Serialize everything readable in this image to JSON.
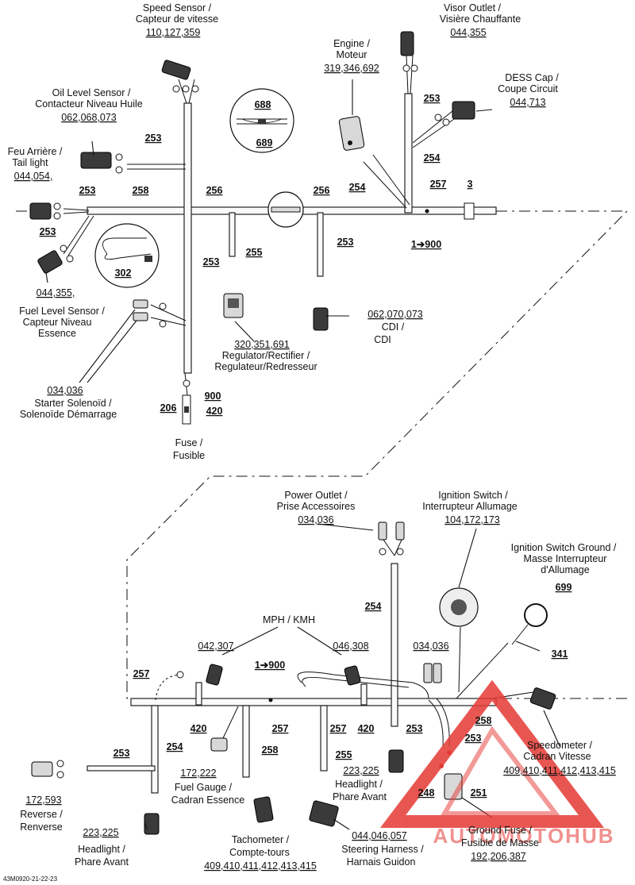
{
  "watermark": {
    "text": "AUTOMOTOHUB",
    "color": "#e53935"
  },
  "footer": {
    "code": "43M0920-21-22-23"
  },
  "top": {
    "speed_sensor": {
      "name": "Speed Sensor /",
      "name_fr": "Capteur de vitesse",
      "pages": "110,127,359"
    },
    "visor_outlet": {
      "name": "Visor Outlet /",
      "name_fr": "Visière Chauffante",
      "pages": "044,355"
    },
    "engine": {
      "name": "Engine /",
      "name_fr": "Moteur",
      "pages": "319,346,692"
    },
    "dess_cap": {
      "name": "DESS Cap /",
      "name_fr": "Coupe Circuit",
      "pages": "044,713"
    },
    "oil_level": {
      "name": "Oil Level Sensor /",
      "name_fr": "Contacteur Niveau Huile",
      "pages": "062,068,073"
    },
    "tail_light": {
      "name": "Feu Arrière /",
      "name_fr": "Tail light",
      "pages": "044,054,"
    },
    "fuel_level": {
      "pages": "044,355,",
      "name": "Fuel Level Sensor /",
      "name_fr": "Capteur Niveau",
      "name_fr2": "Essence"
    },
    "regulator": {
      "pages": "320,351,691",
      "name": "Regulator/Rectifier /",
      "name_fr": "Regulateur/Redresseur"
    },
    "cdi": {
      "pages": "062,070,073",
      "name": "CDI /",
      "name_fr": "CDI"
    },
    "starter": {
      "pages": "034,036",
      "name": "Starter Solenoïd /",
      "name_fr": "Solenoïde Démarrage"
    },
    "fuse": {
      "name": "Fuse /",
      "name_fr": "Fusible"
    },
    "detail": {
      "a": "688",
      "b": "689",
      "c": "302"
    },
    "refs": {
      "r253a": "253",
      "r253b": "253",
      "r253c": "253",
      "r253d": "253",
      "r253e": "253",
      "r253f": "253",
      "r258": "258",
      "r256a": "256",
      "r256b": "256",
      "r254a": "254",
      "r254b": "254",
      "r257": "257",
      "r3": "3",
      "r255": "255",
      "r1900": "1➔900",
      "r206": "206",
      "r900": "900",
      "r420": "420"
    }
  },
  "bottom": {
    "power_outlet": {
      "name": "Power Outlet /",
      "name_fr": "Prise Accessoires",
      "pages": "034,036"
    },
    "ign_switch": {
      "name": "Ignition Switch /",
      "name_fr": "Interrupteur Allumage",
      "pages": "104,172,173"
    },
    "ign_ground": {
      "name": "Ignition Switch Ground /",
      "name_fr": "Masse Interrupteur",
      "name_fr2": "d'Allumage",
      "pages": "699"
    },
    "mph": {
      "name": "MPH / KMH",
      "left": "042,307",
      "right": "046,308"
    },
    "outlet_small": {
      "pages": "034,036"
    },
    "speedometer": {
      "name": "Speedometer /",
      "name_fr": "Cadran Vitesse",
      "pages": "409,410,411,412,413,415"
    },
    "reverse": {
      "pages": "172,593",
      "name": "Reverse /",
      "name_fr": "Renverse"
    },
    "fuel_gauge": {
      "pages": "172,222",
      "name": "Fuel Gauge /",
      "name_fr": "Cadran Essence"
    },
    "headlight_r": {
      "pages": "223,225",
      "name": "Headlight /",
      "name_fr": "Phare Avant"
    },
    "headlight_l": {
      "pages": "223,225",
      "name": "Headlight /",
      "name_fr": "Phare Avant"
    },
    "tachometer": {
      "name": "Tachometer /",
      "name_fr": "Compte-tours",
      "pages": "409,410,411,412,413,415"
    },
    "steering": {
      "pages": "044,046,057",
      "name": "Steering Harness /",
      "name_fr": "Harnais Guidon"
    },
    "ground_fuse": {
      "name": "Ground Fuse /",
      "name_fr": "Fusible de Masse",
      "pages": "192,206,387"
    },
    "refs": {
      "r254a": "254",
      "r254b": "254",
      "r257a": "257",
      "r257b": "257",
      "r257c": "257",
      "r1900": "1➔900",
      "r341": "341",
      "r420a": "420",
      "r420b": "420",
      "r253a": "253",
      "r253b": "253",
      "r253c": "253",
      "r258a": "258",
      "r258b": "258",
      "r255": "255",
      "r248": "248",
      "r251": "251"
    }
  }
}
